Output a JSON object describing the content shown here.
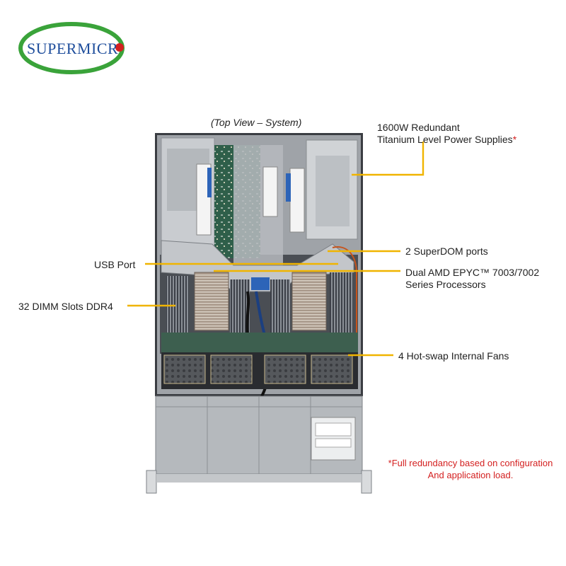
{
  "logo": {
    "text": "SUPERMICR",
    "accent_color": "#3aa33a",
    "dot_color": "#d42020",
    "text_color": "#1f4e9c"
  },
  "diagram_title": "(Top View – System)",
  "callouts": {
    "power": {
      "line1": "1600W Redundant",
      "line2": "Titanium Level Power Supplies",
      "asterisk": "*"
    },
    "superdom": {
      "text": "2 SuperDOM ports"
    },
    "processors": {
      "line1": "Dual AMD EPYC™ 7003/7002",
      "line2": "Series Processors"
    },
    "fans": {
      "text": "4 Hot-swap Internal Fans"
    },
    "usb": {
      "text": "USB Port"
    },
    "dimm": {
      "text": "32 DIMM Slots DDR4"
    }
  },
  "footnote": {
    "line1": "*Full redundancy based on configuration",
    "line2": "And application load."
  },
  "colors": {
    "leader_line": "#f0b400",
    "chassis": "#b9bcc0",
    "chassis_dark": "#6e7276"
  }
}
